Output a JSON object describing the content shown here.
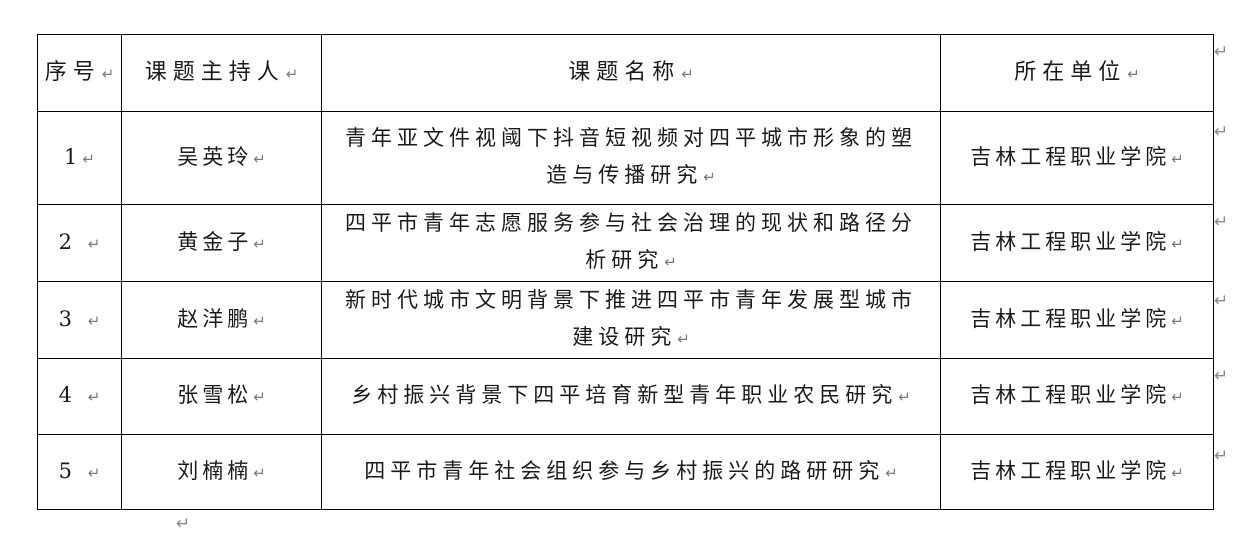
{
  "mark": "↵",
  "table": {
    "headers": [
      "序号",
      "课题主持人",
      "课题名称",
      "所在单位"
    ],
    "rows": [
      {
        "no": "1",
        "host": "吴英玲",
        "title": "青年亚文件视阈下抖音短视频对四平城市形象的塑造与传播研究",
        "unit": "吉林工程职业学院"
      },
      {
        "no": "2",
        "host": "黄金子",
        "title": "四平市青年志愿服务参与社会治理的现状和路径分析研究",
        "unit": "吉林工程职业学院"
      },
      {
        "no": "3",
        "host": "赵洋鹏",
        "title": "新时代城市文明背景下推进四平市青年发展型城市建设研究",
        "unit": "吉林工程职业学院"
      },
      {
        "no": "4",
        "host": "张雪松",
        "title": "乡村振兴背景下四平培育新型青年职业农民研究",
        "unit": "吉林工程职业学院"
      },
      {
        "no": "5",
        "host": "刘楠楠",
        "title": "四平市青年社会组织参与乡村振兴的路研研究",
        "unit": "吉林工程职业学院"
      }
    ]
  }
}
